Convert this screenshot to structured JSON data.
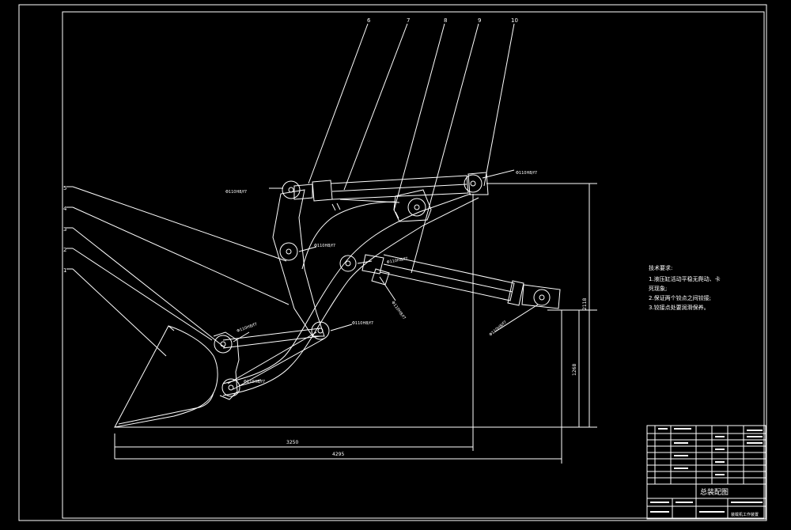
{
  "colors": {
    "background": "#000000",
    "line": "#ffffff",
    "dimension": "#ffffff"
  },
  "balloons": {
    "b1": "1",
    "b2": "2",
    "b3": "3",
    "b4": "4",
    "b5": "5",
    "b6": "6",
    "b7": "7",
    "b8": "8",
    "b9": "9",
    "b10": "10"
  },
  "fits": {
    "f1": "Φ110H8/f7",
    "f2": "Φ110H8/f7",
    "f3": "Φ110H8/f7",
    "f4": "Φ110H8/f7",
    "f5": "Φ110H8/f7",
    "f6": "Φ110H8/f7",
    "f7": "Φ110H8/f7",
    "f8": "Φ110H8/f7",
    "f9": "Φ110H8/f7",
    "f10": "Φ110H8/f7"
  },
  "dimensions": {
    "horizontal_inner": "3250",
    "horizontal_outer": "4295",
    "vertical_inner": "1268",
    "vertical_outer": "2118"
  },
  "notes": {
    "title": "技术要求:",
    "line1": "1.液压缸活动平稳无爬动、卡",
    "line1b": "死现象;",
    "line2": "2.保证两个铰点之间铰接;",
    "line3": "3.铰接点处要润滑保养。"
  },
  "title_block": {
    "drawing_name": "总装配图",
    "subtitle": "装载机工作装置"
  }
}
